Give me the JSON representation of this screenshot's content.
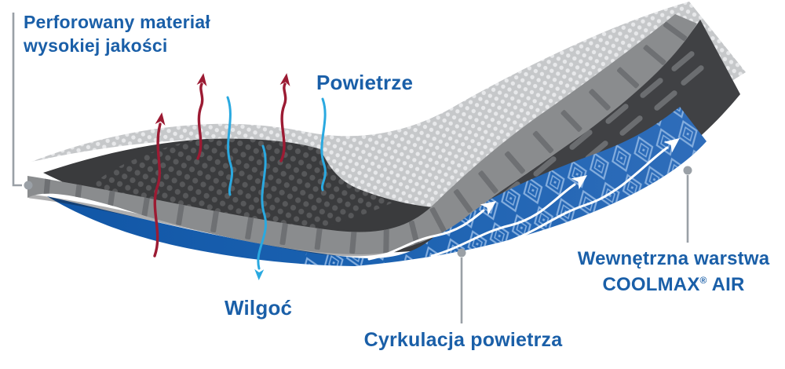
{
  "labels": {
    "perforated_l1": "Perforowany materiał",
    "perforated_l2": "wysokiej jakości",
    "air": "Powietrze",
    "moisture": "Wilgoć",
    "circulation": "Cyrkulacja powietrza",
    "inner_l1": "Wewnętrzna warstwa",
    "inner_brand": "COOLMAX",
    "inner_reg": "®",
    "inner_suffix": "AIR"
  },
  "colors": {
    "label_blue": "#1a5fa8",
    "heat_arrow_red": "#9c1b33",
    "air_arrow_cyan": "#2aa9e0",
    "airflow_arrow_white": "#ffffff",
    "leader_gray": "#9aa0a6",
    "top_sheet_gray": "#c6c8ca",
    "top_sheet_dot": "#e7e8ea",
    "dark_layer": "#3a3b3d",
    "dark_layer_dot": "#57585a",
    "edge_band_gray": "#8a8c8e",
    "notch_gray": "#6d6f72",
    "stitch_gray": "#6b6d70",
    "coolmax_blue": "#1a61b0",
    "diamond_pattern_blue": "#85aede"
  },
  "icons": {
    "heat_arrows": "wavy-up-arrow",
    "moisture_arrow": "wavy-down-arrow",
    "air_leader_line": "wavy-line",
    "airflow_arrows": "wavy-up-right-arrow",
    "leader_dot": "circle-marker"
  }
}
